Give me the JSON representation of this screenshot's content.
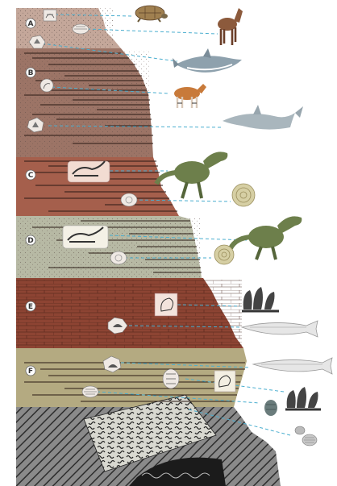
{
  "layers": [
    {
      "label": "A",
      "fossils": [
        "turtle-fossil",
        "clam-fossil"
      ],
      "organisms": [
        "turtle",
        "horse"
      ]
    },
    {
      "label": "B",
      "fossils": [
        "shark-tooth-fossil",
        "horse-tooth-fossil",
        "shark-tooth-fossil"
      ],
      "organisms": [
        "shark",
        "okapi",
        "shark"
      ]
    },
    {
      "label": "C",
      "fossils": [
        "dinosaur-jaw-fossil",
        "ammonite-fossil"
      ],
      "organisms": [
        "tyrannosaurus",
        "ammonite"
      ]
    },
    {
      "label": "D",
      "fossils": [
        "dinosaur-jaw-fossil",
        "ammonite-fossil"
      ],
      "organisms": [
        "tyrannosaurus",
        "ammonite"
      ]
    },
    {
      "label": "E",
      "fossils": [
        "coral-fossil",
        "fish-fossil"
      ],
      "organisms": [
        "coral",
        "fish"
      ]
    },
    {
      "label": "F",
      "fossils": [
        "fish-fossil",
        "trilobite-fossil",
        "coral-fossil",
        "brachiopod-fossil"
      ],
      "organisms": [
        "fish",
        "trilobite",
        "coral",
        "brachiopod"
      ]
    }
  ],
  "colors": {
    "layer_a": "#c4a79a",
    "layer_b": "#9c7466",
    "layer_c": "#a55f4c",
    "layer_d": "#b7b9a4",
    "layer_e": "#8d4433",
    "layer_f": "#b4aa81",
    "bedrock": "#6f6f6f",
    "dashed_line": "#4aaecf"
  }
}
